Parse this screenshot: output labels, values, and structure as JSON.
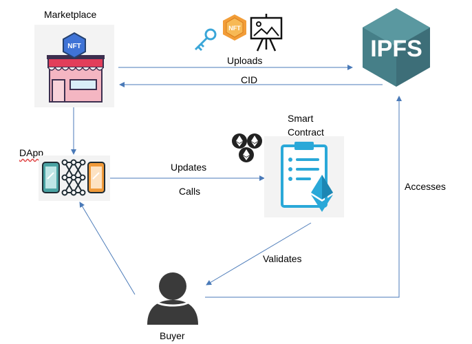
{
  "nodes": {
    "marketplace": "Marketplace",
    "dapp": "DApp",
    "smart_contract_line1": "Smart",
    "smart_contract_line2": "Contract",
    "ipfs": "IPFS",
    "buyer": "Buyer"
  },
  "edges": {
    "uploads": "Uploads",
    "cid": "CID",
    "updates": "Updates",
    "calls": "Calls",
    "validates": "Validates",
    "accesses": "Accesses"
  },
  "badges": {
    "nft_store": "NFT",
    "nft_token": "NFT"
  },
  "colors": {
    "arrow": "#4a7ab8",
    "ipfs_dark": "#3d6e78",
    "ipfs_light": "#4e8c95",
    "eth_blue": "#2aa8d8",
    "buyer": "#3a3a3a",
    "store_pink": "#f4b6c2",
    "store_roof": "#3c2f4f",
    "nft_gold": "#f29d38"
  }
}
